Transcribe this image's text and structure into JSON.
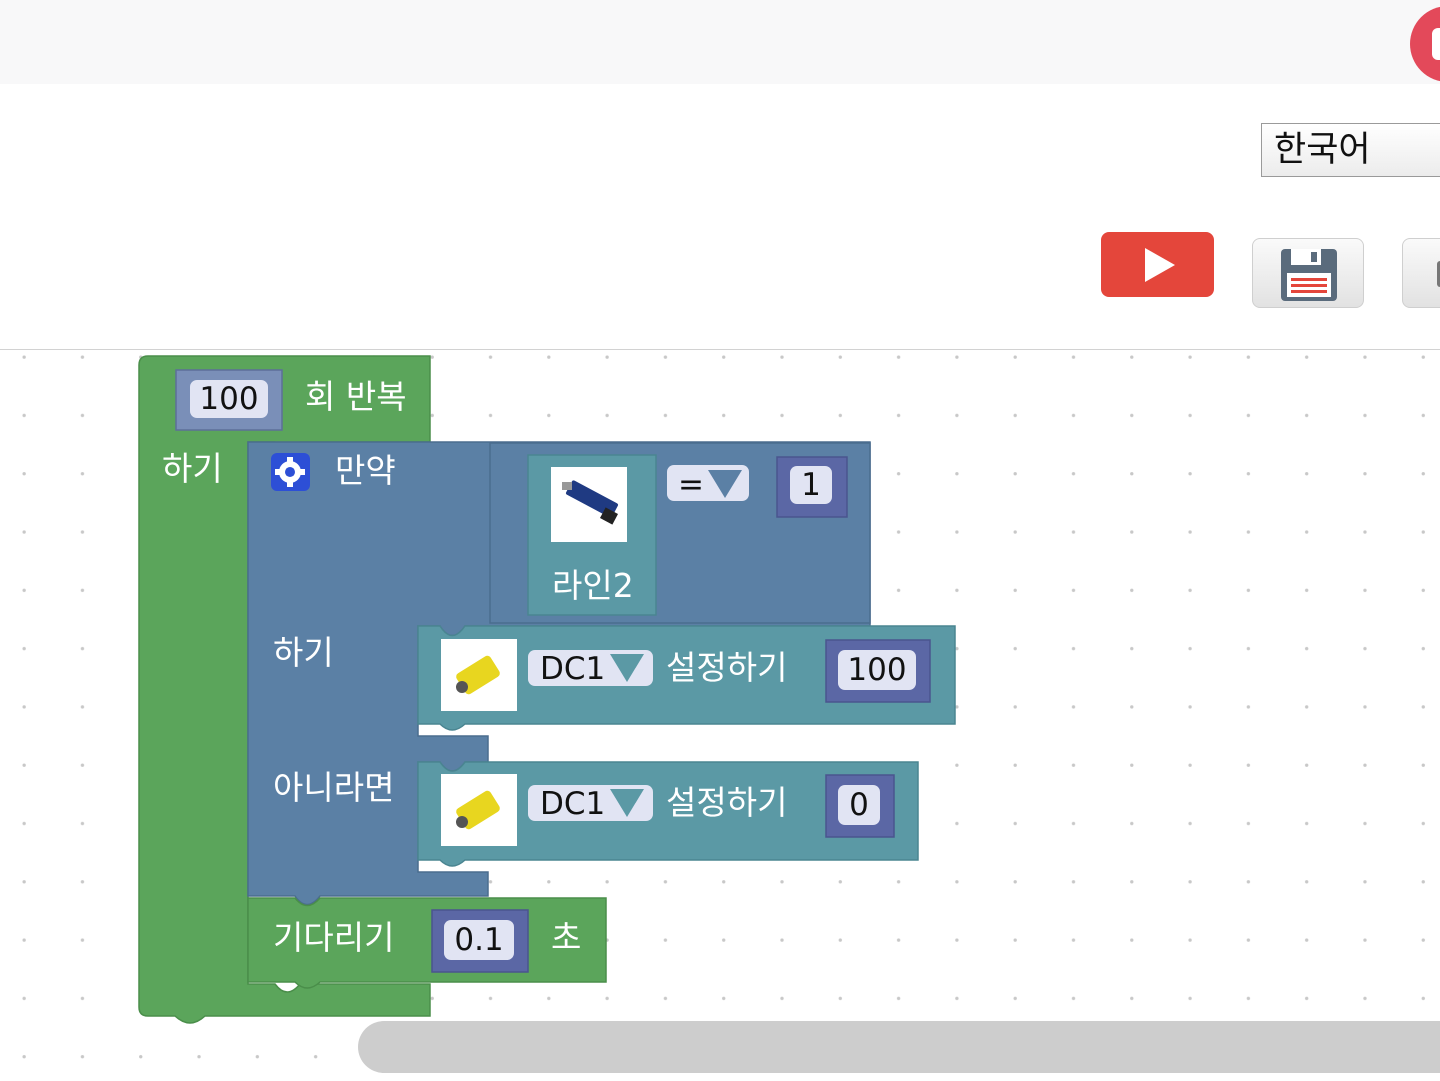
{
  "header": {
    "language_select": {
      "value": "한국어"
    },
    "buttons": [
      "run",
      "save",
      "more"
    ]
  },
  "colors": {
    "loop_block": "#5ba55b",
    "if_block": "#5b80a5",
    "motor_block": "#5b99a5",
    "number_field": "#e1e4f3",
    "run_button": "#e4463b",
    "record_button": "#e3495a"
  },
  "blocks": {
    "repeat": {
      "count": "100",
      "label": "회 반복",
      "do_label": "하기"
    },
    "if_else": {
      "if_label": "만약",
      "then_label": "하기",
      "else_label": "아니라면",
      "condition": {
        "sensor_label": "라인2",
        "operator": "=",
        "value": "1"
      }
    },
    "motor_then": {
      "motor": "DC1",
      "label": "설정하기",
      "value": "100"
    },
    "motor_else": {
      "motor": "DC1",
      "label": "설정하기",
      "value": "0"
    },
    "wait": {
      "label": "기다리기",
      "value": "0.1",
      "unit": "초"
    }
  },
  "icons": {
    "gear": "gear-icon",
    "line_sensor": "line-sensor-image",
    "dc_motor": "dc-motor-image",
    "dropdown": "dropdown-arrow-icon",
    "play": "play-icon",
    "save": "floppy-disk-icon"
  }
}
